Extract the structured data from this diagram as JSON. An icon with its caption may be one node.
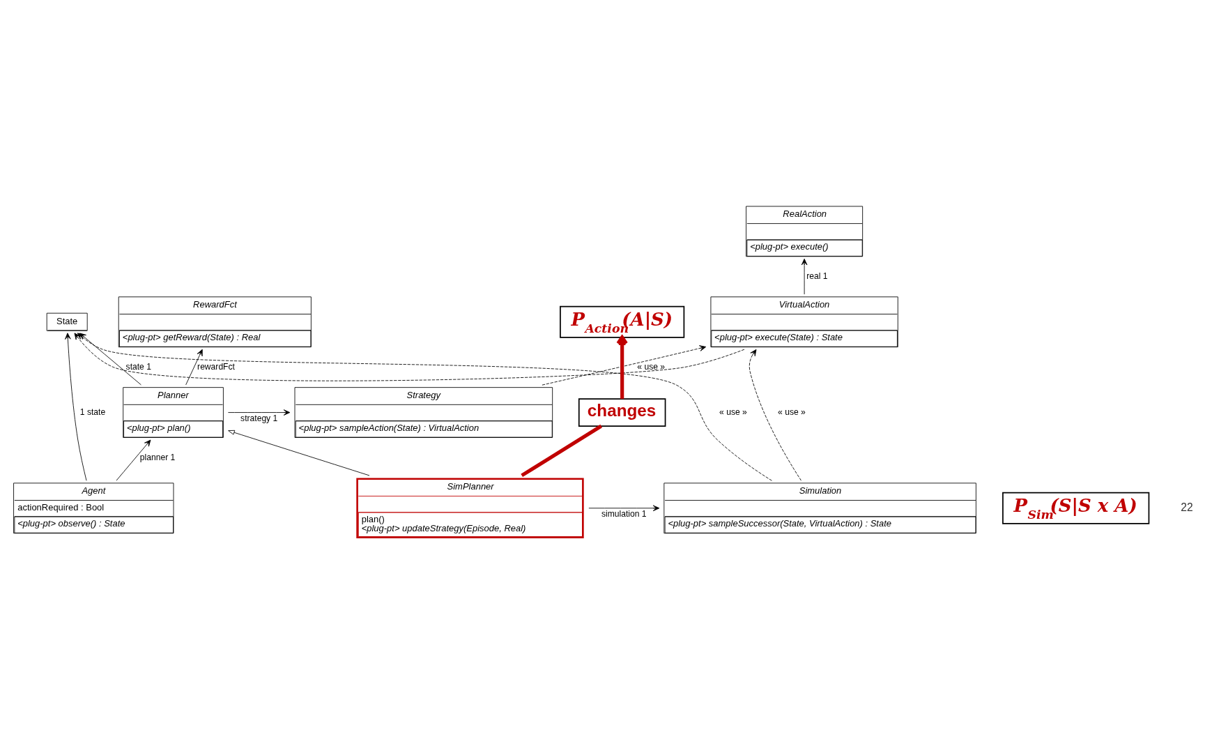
{
  "diagram": {
    "nodes": [
      {
        "text": [
          "State"
        ]
      },
      {
        "text": [
          "Agent",
          "actionRequired : Bool",
          "<plug-pt> observe() : State"
        ]
      },
      {
        "text": [
          "RealAction",
          "<plug-pt> execute()"
        ]
      },
      {
        "text": [
          "VirtualAction",
          "<plug-pt> execute(State) : State"
        ]
      },
      {
        "text": [
          "Planner",
          "<plug-pt> plan()"
        ]
      },
      {
        "text": [
          "Strategy",
          "<plug-pt> sampleAction(State) : VirtualAction"
        ]
      },
      {
        "text": [
          "RewardFct",
          "<plug-pt> getReward(State) : Real"
        ]
      },
      {
        "text": [
          "SimPlanner",
          "plan()",
          "<plug-pt> updateStrategy(Episode, Real)"
        ]
      },
      {
        "text": [
          "Simulation",
          "<plug-pt> sampleSuccessor(State, VirtualAction) : State"
        ]
      },
      {
        "text": [
          "changes"
        ]
      },
      {
        "text": [
          "P$_{Action}$(A|S)"
        ]
      },
      {
        "text": [
          "P$_{Sim}$(S|S x A)"
        ]
      }
    ],
    "edges": [
      {
        "from": 1,
        "to": 0,
        "arrow": "to",
        "label": "1 state"
      },
      {
        "from": 4,
        "to": 0,
        "arrow": "to",
        "label": "state 1"
      },
      {
        "from": 1,
        "to": 4,
        "arrow": "to",
        "label": "planner 1"
      },
      {
        "from": 3,
        "to": 2,
        "arrow": "to",
        "label": "real 1"
      },
      {
        "from": 4,
        "to": 5,
        "arrow": "to",
        "label": "strategy 1"
      },
      {
        "from": 4,
        "to": 6,
        "arrow": "to",
        "label": "rewardFct"
      },
      {
        "from": 7,
        "to": 4,
        "arrow": "to"
      },
      {
        "from": 7,
        "to": 8,
        "arrow": "to",
        "label": "simulation 1"
      },
      {
        "from": 5,
        "to": 3,
        "arrow": "to",
        "style": "dashed",
        "label": "« use »"
      },
      {
        "from": 8,
        "to": 3,
        "arrow": "to",
        "style": "dashed",
        "label": "« use »"
      },
      {
        "from": 3,
        "to": 0,
        "arrow": "to",
        "style": "dashed"
      },
      {
        "from": 8,
        "to": 0,
        "arrow": "to",
        "style": "dashed",
        "label": "« use »"
      },
      {
        "from": 7,
        "to": 9,
        "arrow": "none",
        "style": "thick",
        "color": "#c00000"
      },
      {
        "from": 9,
        "to": 10,
        "arrow": "to",
        "style": "thick",
        "color": "#c00000"
      }
    ],
    "labels": [
      "22"
    ]
  }
}
